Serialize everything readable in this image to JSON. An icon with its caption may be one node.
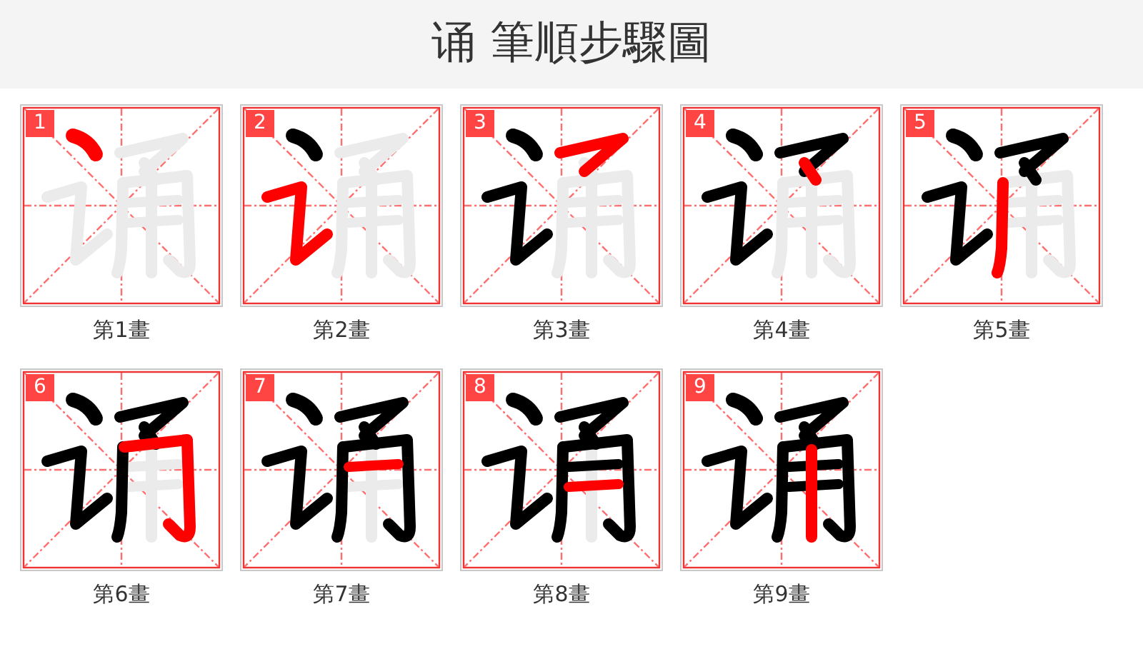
{
  "diagram": {
    "title": "诵 筆順步驟圖",
    "nodes": [
      {
        "text": [
          "1"
        ],
        "beside": [
          "第1畫"
        ]
      },
      {
        "text": [
          "2"
        ],
        "beside": [
          "第2畫"
        ]
      },
      {
        "text": [
          "3"
        ],
        "beside": [
          "第3畫"
        ]
      },
      {
        "text": [
          "4"
        ],
        "beside": [
          "第4畫"
        ]
      },
      {
        "text": [
          "5"
        ],
        "beside": [
          "第5畫"
        ]
      },
      {
        "text": [
          "6"
        ],
        "beside": [
          "第6畫"
        ]
      },
      {
        "text": [
          "7"
        ],
        "beside": [
          "第7畫"
        ]
      },
      {
        "text": [
          "8"
        ],
        "beside": [
          "第8畫"
        ]
      },
      {
        "text": [
          "9"
        ],
        "beside": [
          "第9畫"
        ]
      }
    ]
  }
}
